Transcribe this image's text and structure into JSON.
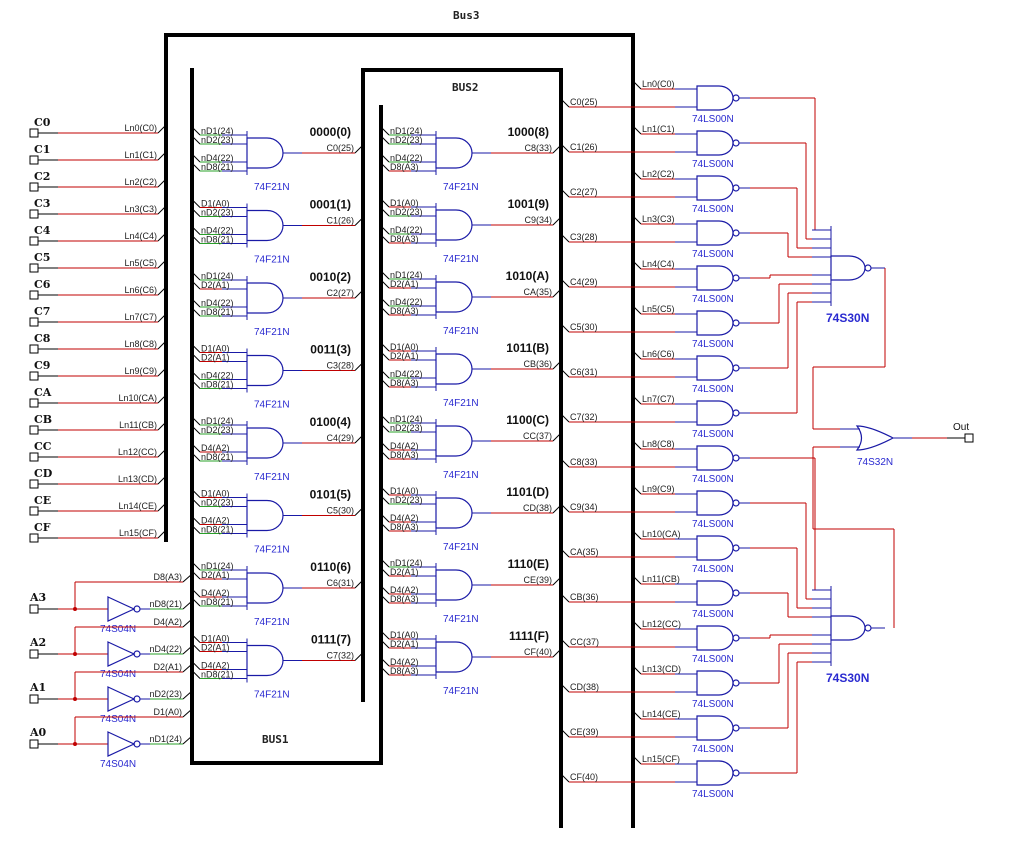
{
  "bus_labels": {
    "bus1": "BUS1",
    "bus2": "BUS2",
    "bus3": "Bus3"
  },
  "colors": {
    "wire": "#c00000",
    "gate": "#1a1aa6",
    "inverted_net": "#2aa02a",
    "bus": "#000000",
    "part_label": "#2a2ad0"
  },
  "inputs_c": [
    {
      "port": "C0",
      "net": "Ln0(C0)"
    },
    {
      "port": "C1",
      "net": "Ln1(C1)"
    },
    {
      "port": "C2",
      "net": "Ln2(C2)"
    },
    {
      "port": "C3",
      "net": "Ln3(C3)"
    },
    {
      "port": "C4",
      "net": "Ln4(C4)"
    },
    {
      "port": "C5",
      "net": "Ln5(C5)"
    },
    {
      "port": "C6",
      "net": "Ln6(C6)"
    },
    {
      "port": "C7",
      "net": "Ln7(C7)"
    },
    {
      "port": "C8",
      "net": "Ln8(C8)"
    },
    {
      "port": "C9",
      "net": "Ln9(C9)"
    },
    {
      "port": "CA",
      "net": "Ln10(CA)"
    },
    {
      "port": "CB",
      "net": "Ln11(CB)"
    },
    {
      "port": "CC",
      "net": "Ln12(CC)"
    },
    {
      "port": "CD",
      "net": "Ln13(CD)"
    },
    {
      "port": "CE",
      "net": "Ln14(CE)"
    },
    {
      "port": "CF",
      "net": "Ln15(CF)"
    }
  ],
  "inputs_a": [
    {
      "port": "A3",
      "true_net": "D8(A3)",
      "inv_net": "nD8(21)",
      "part": "74S04N"
    },
    {
      "port": "A2",
      "true_net": "D4(A2)",
      "inv_net": "nD4(22)",
      "part": "74S04N"
    },
    {
      "port": "A1",
      "true_net": "D2(A1)",
      "inv_net": "nD2(23)",
      "part": "74S04N"
    },
    {
      "port": "A0",
      "true_net": "D1(A0)",
      "inv_net": "nD1(24)",
      "part": "74S04N"
    }
  ],
  "decoder_gates": [
    {
      "code": "0000(0)",
      "out": "C0(25)",
      "pins": [
        "nD1(24)",
        "nD2(23)",
        "nD4(22)",
        "nD8(21)"
      ],
      "part": "74F21N"
    },
    {
      "code": "0001(1)",
      "out": "C1(26)",
      "pins": [
        "D1(A0)",
        "nD2(23)",
        "nD4(22)",
        "nD8(21)"
      ],
      "part": "74F21N"
    },
    {
      "code": "0010(2)",
      "out": "C2(27)",
      "pins": [
        "nD1(24)",
        "D2(A1)",
        "nD4(22)",
        "nD8(21)"
      ],
      "part": "74F21N"
    },
    {
      "code": "0011(3)",
      "out": "C3(28)",
      "pins": [
        "D1(A0)",
        "D2(A1)",
        "nD4(22)",
        "nD8(21)"
      ],
      "part": "74F21N"
    },
    {
      "code": "0100(4)",
      "out": "C4(29)",
      "pins": [
        "nD1(24)",
        "nD2(23)",
        "D4(A2)",
        "nD8(21)"
      ],
      "part": "74F21N"
    },
    {
      "code": "0101(5)",
      "out": "C5(30)",
      "pins": [
        "D1(A0)",
        "nD2(23)",
        "D4(A2)",
        "nD8(21)"
      ],
      "part": "74F21N"
    },
    {
      "code": "0110(6)",
      "out": "C6(31)",
      "pins": [
        "nD1(24)",
        "D2(A1)",
        "D4(A2)",
        "nD8(21)"
      ],
      "part": "74F21N"
    },
    {
      "code": "0111(7)",
      "out": "C7(32)",
      "pins": [
        "D1(A0)",
        "D2(A1)",
        "D4(A2)",
        "nD8(21)"
      ],
      "part": "74F21N"
    },
    {
      "code": "1000(8)",
      "out": "C8(33)",
      "pins": [
        "nD1(24)",
        "nD2(23)",
        "nD4(22)",
        "D8(A3)"
      ],
      "part": "74F21N"
    },
    {
      "code": "1001(9)",
      "out": "C9(34)",
      "pins": [
        "D1(A0)",
        "nD2(23)",
        "nD4(22)",
        "D8(A3)"
      ],
      "part": "74F21N"
    },
    {
      "code": "1010(A)",
      "out": "CA(35)",
      "pins": [
        "nD1(24)",
        "D2(A1)",
        "nD4(22)",
        "D8(A3)"
      ],
      "part": "74F21N"
    },
    {
      "code": "1011(B)",
      "out": "CB(36)",
      "pins": [
        "D1(A0)",
        "D2(A1)",
        "nD4(22)",
        "D8(A3)"
      ],
      "part": "74F21N"
    },
    {
      "code": "1100(C)",
      "out": "CC(37)",
      "pins": [
        "nD1(24)",
        "nD2(23)",
        "D4(A2)",
        "D8(A3)"
      ],
      "part": "74F21N"
    },
    {
      "code": "1101(D)",
      "out": "CD(38)",
      "pins": [
        "D1(A0)",
        "nD2(23)",
        "D4(A2)",
        "D8(A3)"
      ],
      "part": "74F21N"
    },
    {
      "code": "1110(E)",
      "out": "CE(39)",
      "pins": [
        "nD1(24)",
        "D2(A1)",
        "D4(A2)",
        "D8(A3)"
      ],
      "part": "74F21N"
    },
    {
      "code": "1111(F)",
      "out": "CF(40)",
      "pins": [
        "D1(A0)",
        "D2(A1)",
        "D4(A2)",
        "D8(A3)"
      ],
      "part": "74F21N"
    }
  ],
  "nand_gates": [
    {
      "in_c": "Ln0(C0)",
      "in_sel": "C0(25)",
      "part": "74LS00N"
    },
    {
      "in_c": "Ln1(C1)",
      "in_sel": "C1(26)",
      "part": "74LS00N"
    },
    {
      "in_c": "Ln2(C2)",
      "in_sel": "C2(27)",
      "part": "74LS00N"
    },
    {
      "in_c": "Ln3(C3)",
      "in_sel": "C3(28)",
      "part": "74LS00N"
    },
    {
      "in_c": "Ln4(C4)",
      "in_sel": "C4(29)",
      "part": "74LS00N"
    },
    {
      "in_c": "Ln5(C5)",
      "in_sel": "C5(30)",
      "part": "74LS00N"
    },
    {
      "in_c": "Ln6(C6)",
      "in_sel": "C6(31)",
      "part": "74LS00N"
    },
    {
      "in_c": "Ln7(C7)",
      "in_sel": "C7(32)",
      "part": "74LS00N"
    },
    {
      "in_c": "Ln8(C8)",
      "in_sel": "C8(33)",
      "part": "74LS00N"
    },
    {
      "in_c": "Ln9(C9)",
      "in_sel": "C9(34)",
      "part": "74LS00N"
    },
    {
      "in_c": "Ln10(CA)",
      "in_sel": "CA(35)",
      "part": "74LS00N"
    },
    {
      "in_c": "Ln11(CB)",
      "in_sel": "CB(36)",
      "part": "74LS00N"
    },
    {
      "in_c": "Ln12(CC)",
      "in_sel": "CC(37)",
      "part": "74LS00N"
    },
    {
      "in_c": "Ln13(CD)",
      "in_sel": "CD(38)",
      "part": "74LS00N"
    },
    {
      "in_c": "Ln14(CE)",
      "in_sel": "CE(39)",
      "part": "74LS00N"
    },
    {
      "in_c": "Ln15(CF)",
      "in_sel": "CF(40)",
      "part": "74LS00N"
    }
  ],
  "nand8_gates": [
    {
      "part": "74S30N"
    },
    {
      "part": "74S30N"
    }
  ],
  "or_gate": {
    "part": "74S32N"
  },
  "output": {
    "port": "Out"
  }
}
